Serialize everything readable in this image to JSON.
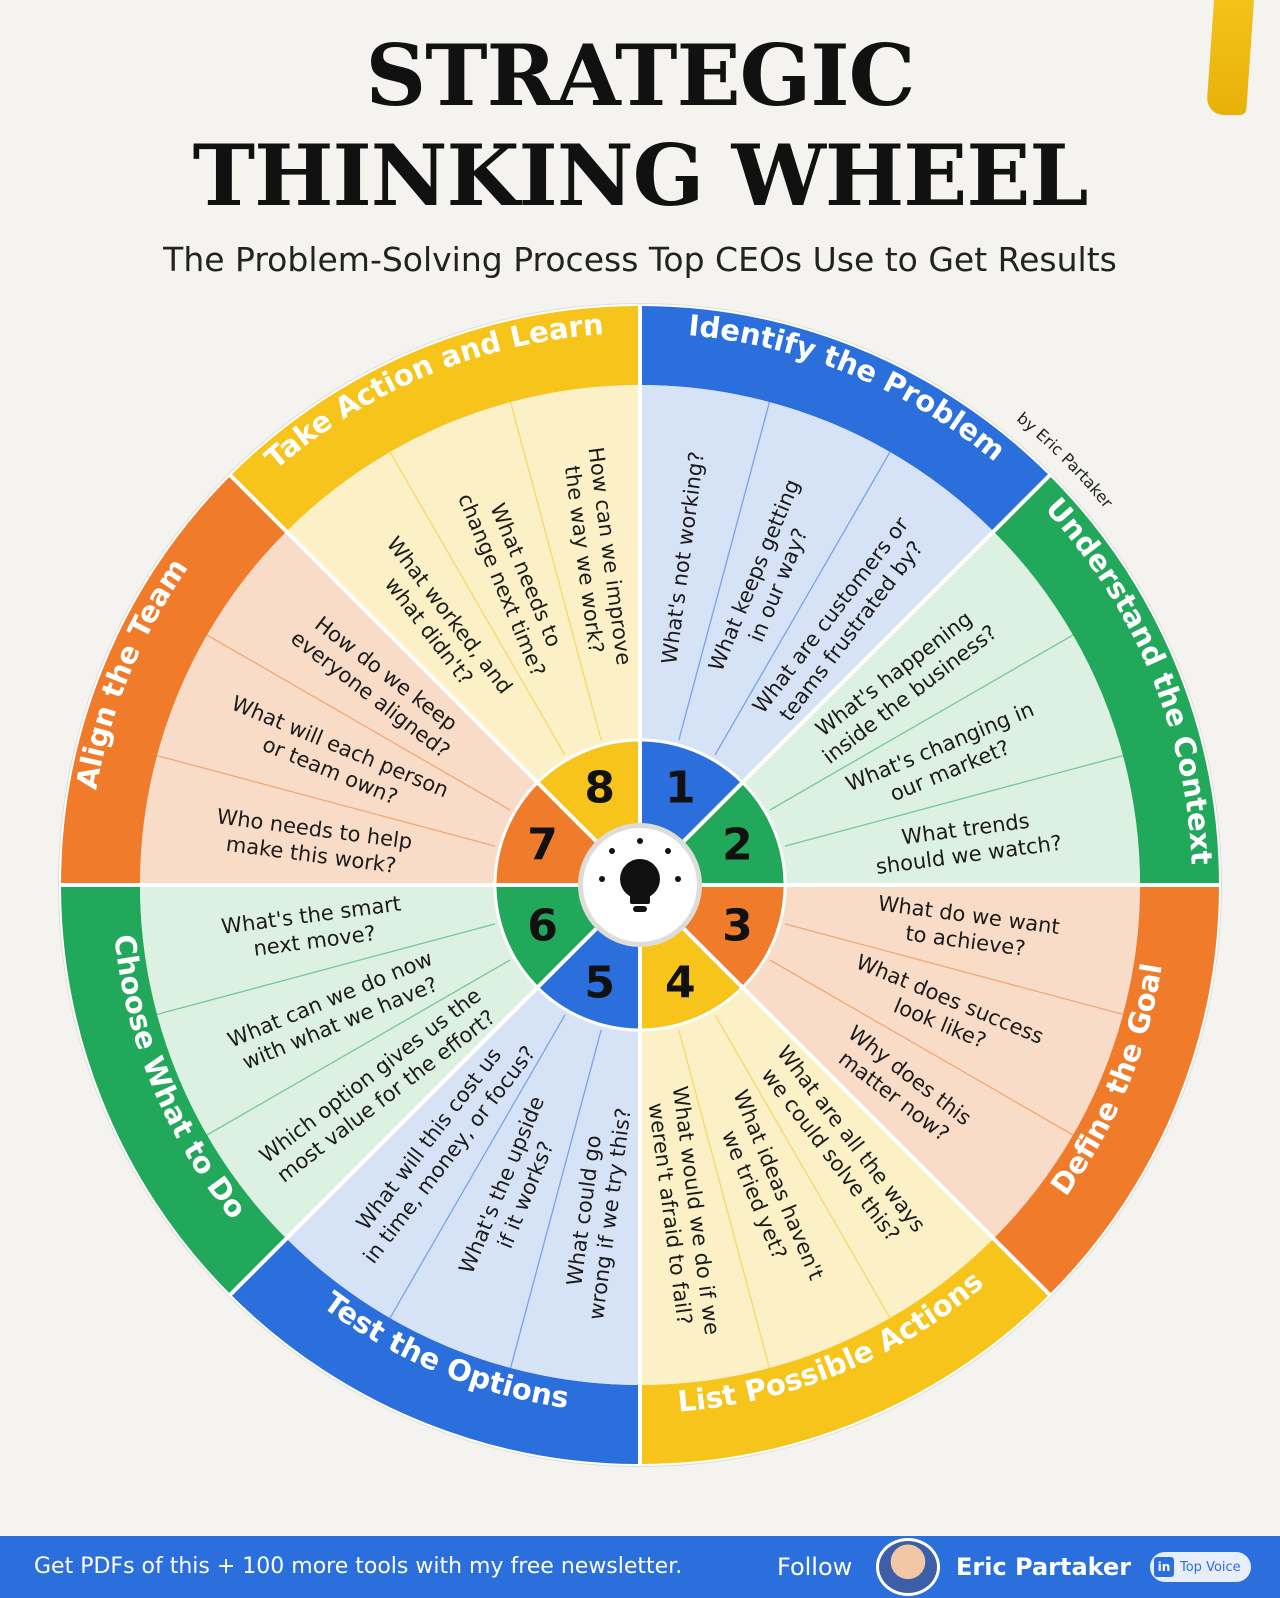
{
  "header": {
    "title_line1": "STRATEGIC",
    "title_line2": "THINKING WHEEL",
    "subtitle": "The Problem-Solving Process Top CEOs Use to Get Results"
  },
  "byline": "by Eric Partaker",
  "wheel": {
    "center_icon": "lightbulb-icon",
    "sections": [
      {
        "number": "1",
        "title": "Identify the Problem",
        "ring_color": "#2b6fdc",
        "fill_color": "#d6e3f7",
        "questions": [
          [
            "What's not working?"
          ],
          [
            "What keeps getting",
            "in our way?"
          ],
          [
            "What are customers or",
            "teams frustrated by?"
          ]
        ]
      },
      {
        "number": "2",
        "title": "Understand the Context",
        "ring_color": "#22a85a",
        "fill_color": "#dcf1e2",
        "questions": [
          [
            "What's happening",
            "inside the business?"
          ],
          [
            "What's changing in",
            "our market?"
          ],
          [
            "What trends",
            "should we watch?"
          ]
        ]
      },
      {
        "number": "3",
        "title": "Define the Goal",
        "ring_color": "#f07b2b",
        "fill_color": "#f9dcc8",
        "questions": [
          [
            "What do we want",
            "to achieve?"
          ],
          [
            "What does success",
            "look like?"
          ],
          [
            "Why does this",
            "matter now?"
          ]
        ]
      },
      {
        "number": "4",
        "title": "List Possible Actions",
        "ring_color": "#f6c41a",
        "fill_color": "#fbf0c6",
        "questions": [
          [
            "What are all the ways",
            "we could solve this?"
          ],
          [
            "What ideas haven't",
            "we tried yet?"
          ],
          [
            "What would we do if we",
            "weren't afraid to fail?"
          ]
        ]
      },
      {
        "number": "5",
        "title": "Test the Options",
        "ring_color": "#2b6fdc",
        "fill_color": "#d6e3f7",
        "questions": [
          [
            "What could go",
            "wrong if we try this?"
          ],
          [
            "What's the upside",
            "if it works?"
          ],
          [
            "What will this cost us",
            "in time, money, or focus?"
          ]
        ]
      },
      {
        "number": "6",
        "title": "Choose What to Do",
        "ring_color": "#22a85a",
        "fill_color": "#dcf1e2",
        "questions": [
          [
            "Which option gives us the",
            "most value for the effort?"
          ],
          [
            "What can we do now",
            "with what we have?"
          ],
          [
            "What's the smart",
            "next move?"
          ]
        ]
      },
      {
        "number": "7",
        "title": "Align the Team",
        "ring_color": "#f07b2b",
        "fill_color": "#f9dcc8",
        "questions": [
          [
            "Who needs to help",
            "make this work?"
          ],
          [
            "What will each person",
            "or team own?"
          ],
          [
            "How do we keep",
            "everyone aligned?"
          ]
        ]
      },
      {
        "number": "8",
        "title": "Take Action and Learn",
        "ring_color": "#f6c41a",
        "fill_color": "#fbf0c6",
        "questions": [
          [
            "What worked, and",
            "what didn't?"
          ],
          [
            "What needs to",
            "change next time?"
          ],
          [
            "How can we improve",
            "the way we work?"
          ]
        ]
      }
    ]
  },
  "footer": {
    "cta_text": "Get PDFs of this + 100 more tools with my free newsletter.",
    "follow_label": "Follow",
    "author_name": "Eric Partaker",
    "badge_icon": "in",
    "badge_label": "Top Voice"
  }
}
